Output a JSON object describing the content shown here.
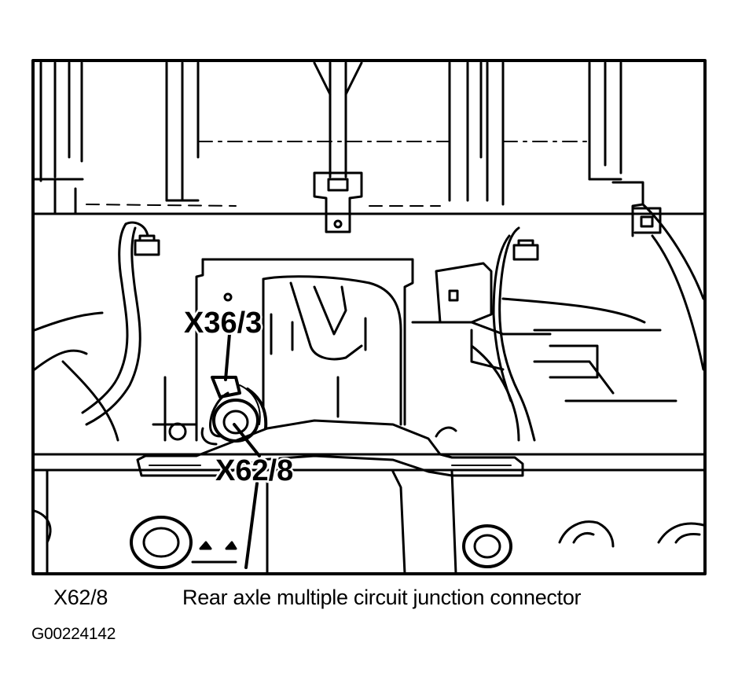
{
  "figure": {
    "callouts": [
      {
        "id": "x36-3",
        "label": "X36/3"
      },
      {
        "id": "x62-8",
        "label": "X62/8"
      }
    ]
  },
  "legend": [
    {
      "code": "X62/8",
      "description": "Rear axle multiple circuit junction connector"
    }
  ],
  "figure_id": "G00224142",
  "colors": {
    "ink": "#000000",
    "paper": "#ffffff"
  }
}
